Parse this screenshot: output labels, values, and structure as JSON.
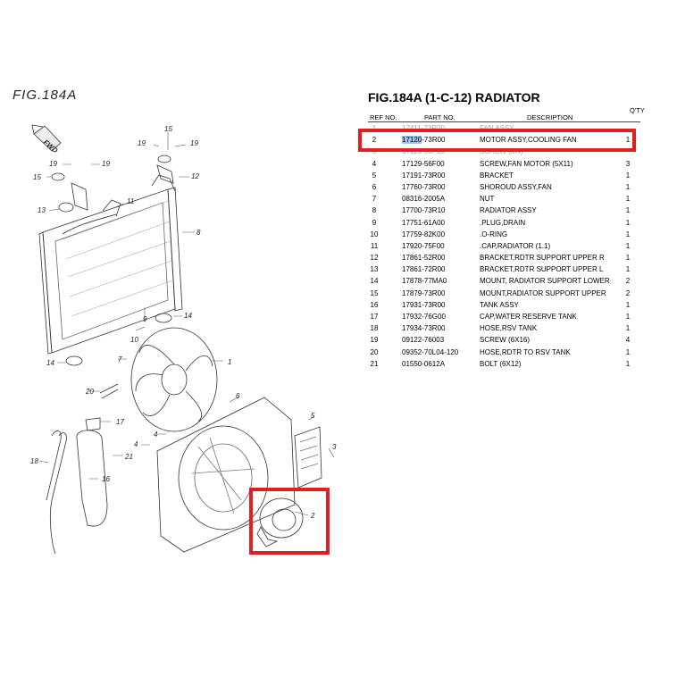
{
  "figure_label": "FIG.184A",
  "table": {
    "title": "FIG.184A (1-C-12) RADIATOR",
    "headers": {
      "ref": "REF NO.",
      "part": "PART NO.",
      "desc": "DESCRIPTION",
      "qty": "Q'TY"
    },
    "rows": [
      {
        "ref": "1",
        "part": "17411-73R00",
        "desc": "FAN ASSY",
        "qty": ""
      },
      {
        "ref": "2",
        "part_selected": "17120",
        "part_rest": "-73R00",
        "desc": "MOTOR ASSY,COOLING FAN",
        "qty": "1"
      },
      {
        "ref": "3",
        "part": "17120-50F10",
        "desc": "SCREW (M4)",
        "qty": ""
      },
      {
        "ref": "4",
        "part": "17129-56F00",
        "desc": "SCREW,FAN MOTOR (5X11)",
        "qty": "3"
      },
      {
        "ref": "5",
        "part": "17191-73R00",
        "desc": "BRACKET",
        "qty": "1"
      },
      {
        "ref": "6",
        "part": "17760-73R00",
        "desc": "SHOROUD ASSY,FAN",
        "qty": "1"
      },
      {
        "ref": "7",
        "part": "08316-2005A",
        "desc": "NUT",
        "qty": "1"
      },
      {
        "ref": "8",
        "part": "17700-73R10",
        "desc": "RADIATOR ASSY",
        "qty": "1"
      },
      {
        "ref": "9",
        "part": "17751-61A00",
        "desc": ".PLUG,DRAIN",
        "qty": "1"
      },
      {
        "ref": "10",
        "part": "17759-82K00",
        "desc": ".O-RING",
        "qty": "1"
      },
      {
        "ref": "11",
        "part": "17920-75F00",
        "desc": ".CAP,RADIATOR (1.1)",
        "qty": "1"
      },
      {
        "ref": "12",
        "part": "17861-52R00",
        "desc": "BRACKET,RDTR SUPPORT UPPER R",
        "qty": "1"
      },
      {
        "ref": "13",
        "part": "17861-72R00",
        "desc": "BRACKET,RDTR SUPPORT UPPER L",
        "qty": "1"
      },
      {
        "ref": "14",
        "part": "17878-77MA0",
        "desc": "MOUNT, RADIATOR SUPPORT LOWER",
        "qty": "2"
      },
      {
        "ref": "15",
        "part": "17879-73R00",
        "desc": "MOUNT,RADIATOR SUPPORT UPPER",
        "qty": "2"
      },
      {
        "ref": "16",
        "part": "17931-73R00",
        "desc": "TANK ASSY",
        "qty": "1"
      },
      {
        "ref": "17",
        "part": "17932-76G00",
        "desc": "CAP,WATER RESERVE TANK",
        "qty": "1"
      },
      {
        "ref": "18",
        "part": "17934-73R00",
        "desc": "HOSE,RSV TANK",
        "qty": "1"
      },
      {
        "ref": "19",
        "part": "09122-76003",
        "desc": "SCREW (6X16)",
        "qty": "4"
      },
      {
        "ref": "20",
        "part": "09352-70L04-120",
        "desc": "HOSE,RDTR TO RSV TANK",
        "qty": "1"
      },
      {
        "ref": "21",
        "part": "01550-0612A",
        "desc": "BOLT (6X12)",
        "qty": "1"
      }
    ]
  },
  "diagram": {
    "fwd_label": "FWD",
    "callouts": [
      "15",
      "19",
      "19",
      "12",
      "19",
      "19",
      "15",
      "13",
      "11",
      "8",
      "9",
      "10",
      "14",
      "14",
      "7",
      "1",
      "20",
      "17",
      "6",
      "5",
      "4",
      "4",
      "3",
      "21",
      "18",
      "16",
      "2"
    ]
  },
  "colors": {
    "highlight": "#e0201e",
    "selection": "#9fc4ea"
  }
}
